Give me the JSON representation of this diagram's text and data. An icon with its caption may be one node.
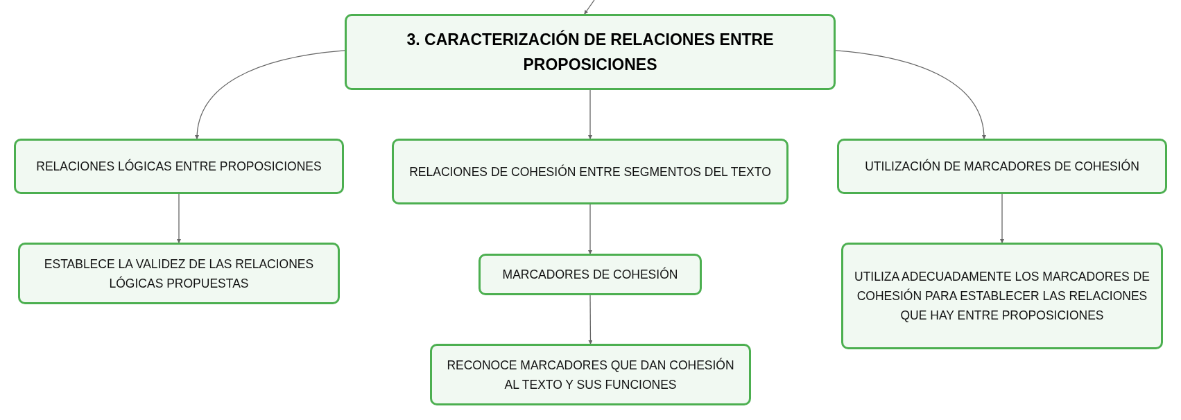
{
  "diagram": {
    "nodes": [
      {
        "text": [
          "3. CARACTERIZACIÓN DE RELACIONES ENTRE PROPOSICIONES"
        ]
      },
      {
        "text": [
          "RELACIONES LÓGICAS ENTRE PROPOSICIONES"
        ]
      },
      {
        "text": [
          "RELACIONES DE COHESIÓN ENTRE SEGMENTOS DEL TEXTO"
        ]
      },
      {
        "text": [
          "UTILIZACIÓN DE MARCADORES DE COHESIÓN"
        ]
      },
      {
        "text": [
          "ESTABLECE LA VALIDEZ DE LAS RELACIONES LÓGICAS PROPUESTAS"
        ]
      },
      {
        "text": [
          "MARCADORES DE COHESIÓN"
        ]
      },
      {
        "text": [
          "UTILIZA ADECUADAMENTE LOS MARCADORES DE COHESIÓN PARA ESTABLECER LAS RELACIONES QUE HAY ENTRE PROPOSICIONES"
        ]
      },
      {
        "text": [
          "RECONOCE MARCADORES QUE DAN COHESIÓN AL TEXTO Y SUS FUNCIONES"
        ]
      }
    ],
    "edges": [
      {
        "from": null,
        "to": 0,
        "arrow": "to"
      },
      {
        "from": 0,
        "to": 1,
        "arrow": "to"
      },
      {
        "from": 0,
        "to": 2,
        "arrow": "to"
      },
      {
        "from": 0,
        "to": 3,
        "arrow": "to"
      },
      {
        "from": 1,
        "to": 4,
        "arrow": "to"
      },
      {
        "from": 2,
        "to": 5,
        "arrow": "to"
      },
      {
        "from": 3,
        "to": 6,
        "arrow": "to"
      },
      {
        "from": 5,
        "to": 7,
        "arrow": "to"
      }
    ]
  }
}
